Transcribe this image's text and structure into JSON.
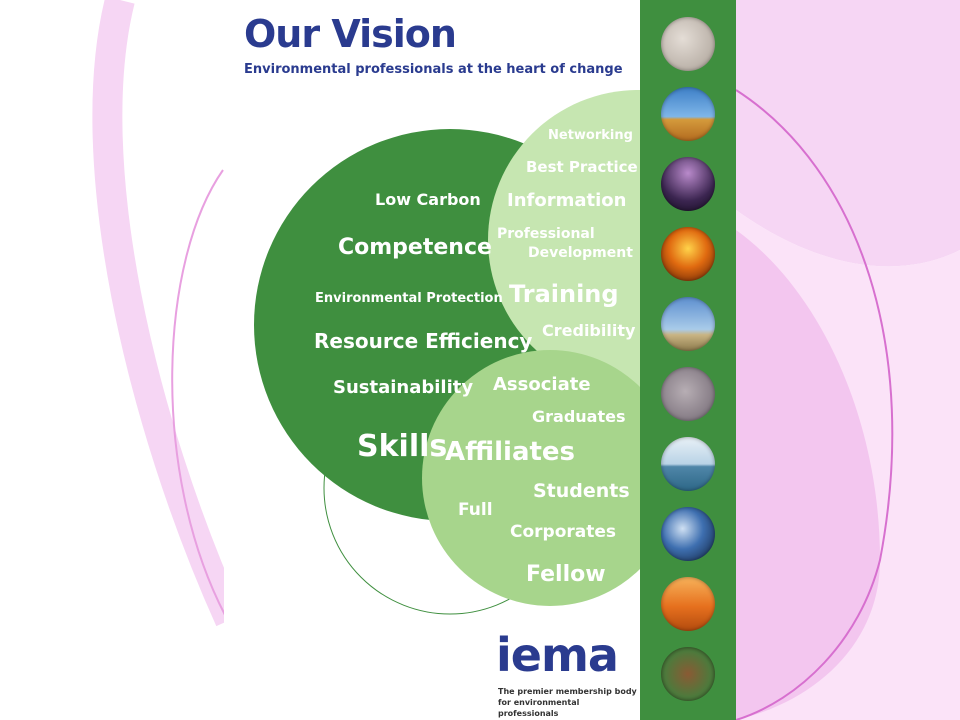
{
  "poster": {
    "title": "Our Vision",
    "subtitle": "Environmental professionals at the heart of change"
  },
  "circles": {
    "core_skills": [
      "Low Carbon",
      "Competence",
      "Environmental Protection",
      "Resource Efficiency",
      "Sustainability",
      "Skills"
    ],
    "services": [
      "Networking",
      "Best Practice",
      "Information",
      "Professional",
      "Development",
      "Training",
      "Credibility"
    ],
    "membership": [
      "Associate",
      "Graduates",
      "Affiliates",
      "Students",
      "Full",
      "Corporates",
      "Fellow"
    ]
  },
  "logo": {
    "wordmark": "iema",
    "tagline_line1": "The premier membership body",
    "tagline_line2": "for environmental professionals"
  },
  "strip": {
    "photos": [
      "cracked-earth-photo",
      "dead-tree-photo",
      "lightning-photo",
      "sunset-reeds-photo",
      "wind-turbines-photo",
      "sand-ripples-photo",
      "sea-horizon-photo",
      "earth-globe-photo",
      "whale-tail-photo",
      "pine-cone-photo"
    ]
  },
  "colors": {
    "dark_green": "#3f8f3f",
    "light_green": "#c6e6b1",
    "mid_green": "#a7d58c",
    "navy": "#2a3b8f",
    "pink_swirl": "#f6d6f4"
  }
}
